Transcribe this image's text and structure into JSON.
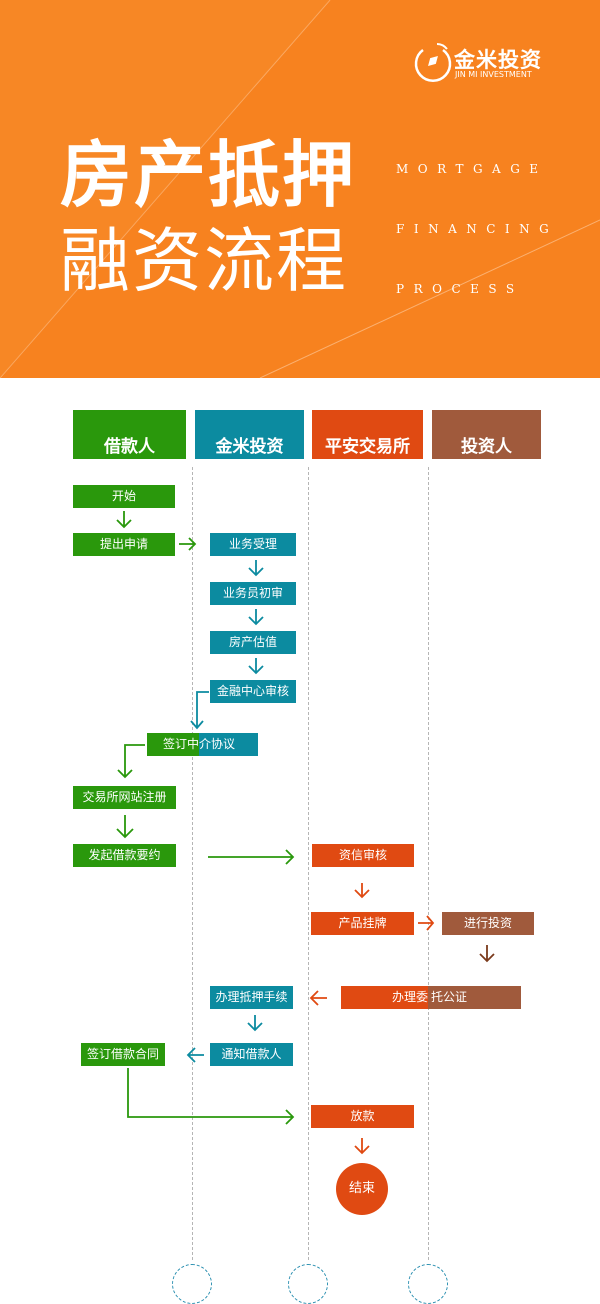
{
  "header": {
    "logo_cn": "金米投资",
    "logo_en": "JIN MI INVESTMENT",
    "title_line1": "房产抵押",
    "title_line2": "融资流程",
    "en_words": [
      "MORTGAGE",
      "FINANCING",
      "PROCESS"
    ]
  },
  "lanes": [
    "借款人",
    "金米投资",
    "平安交易所",
    "投资人"
  ],
  "steps": {
    "start": "开始",
    "apply": "提出申请",
    "accept": "业务受理",
    "first_review": "业务员初审",
    "valuation": "房产估值",
    "center_review": "金融中心审核",
    "agency_a": "签订中",
    "agency_b": "介协议",
    "register": "交易所网站注册",
    "offer": "发起借款要约",
    "credit": "资信审核",
    "listing": "产品挂牌",
    "invest": "进行投资",
    "notary_a": "办理委",
    "notary_b": "托公证",
    "mortgage": "办理抵押手续",
    "notify": "通知借款人",
    "contract": "签订借款合同",
    "loan": "放款",
    "end": "结束"
  },
  "colors": {
    "orange": "#F7821F",
    "green": "#2A980C",
    "teal": "#0C8BA0",
    "red": "#E04A12",
    "brown": "#A05A3C"
  }
}
